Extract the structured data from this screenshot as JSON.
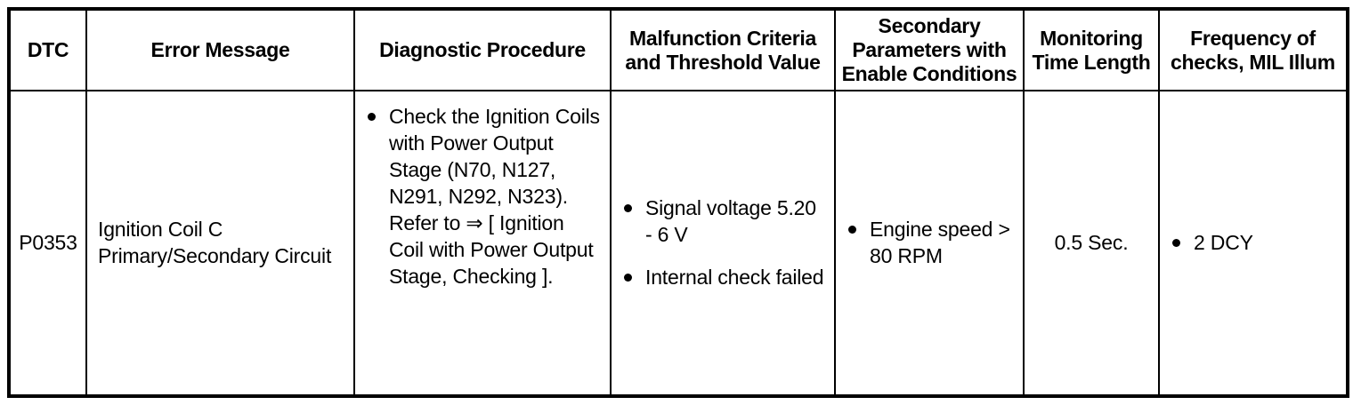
{
  "table": {
    "columns": [
      {
        "key": "dtc",
        "label": "DTC"
      },
      {
        "key": "error",
        "label": "Error Message"
      },
      {
        "key": "proc",
        "label": "Diagnostic Procedure"
      },
      {
        "key": "crit",
        "label": "Malfunction Criteria and Threshold Value"
      },
      {
        "key": "sec",
        "label": "Secondary Parameters with Enable Conditions"
      },
      {
        "key": "time",
        "label": "Monitoring Time Length"
      },
      {
        "key": "freq",
        "label": "Frequency of checks, MIL Illum"
      }
    ],
    "rows": [
      {
        "dtc": "P0353",
        "error": "Ignition Coil C Primary/Secondary Circuit",
        "proc_bullets": [
          "Check the Ignition Coils with Power Output Stage (N70, N127, N291, N292, N323). Refer to ⇒ [ Ignition Coil with Power Output Stage, Checking ]."
        ],
        "crit_bullets": [
          "Signal voltage 5.20 - 6 V",
          "Internal check failed"
        ],
        "sec_bullets": [
          "Engine speed > 80 RPM"
        ],
        "time": "0.5 Sec.",
        "freq_bullets": [
          "2 DCY"
        ]
      }
    ]
  },
  "style": {
    "border_color": "#000000",
    "text_color": "#000000",
    "background": "#ffffff",
    "bullet_glyph": "●"
  }
}
